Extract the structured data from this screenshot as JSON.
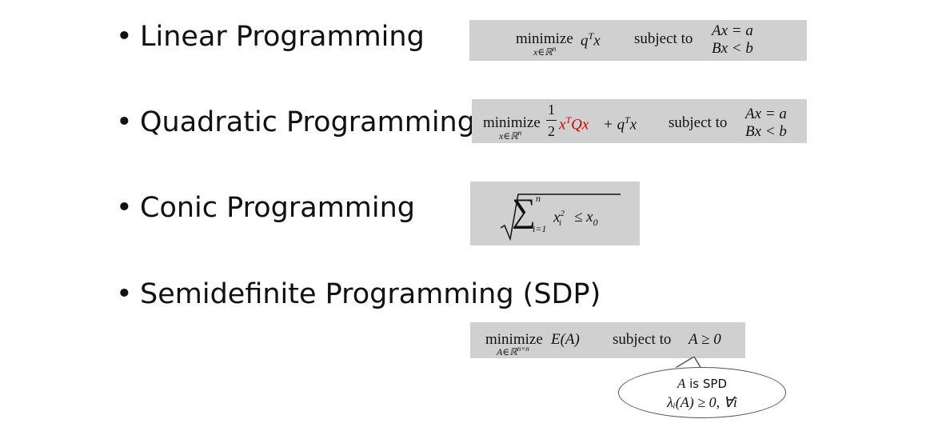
{
  "items": [
    {
      "bullet": "•",
      "title": "Linear Programming",
      "formula": {
        "minimize": "minimize",
        "domain": "x∈ℝ",
        "domain_exp": "n",
        "objective": "q",
        "objective_sup": "T",
        "objective_tail": "x",
        "subject_to": "subject to",
        "c1": "Ax = a",
        "c2": "Bx < b"
      }
    },
    {
      "bullet": "•",
      "title": "Quadratic Programming",
      "formula": {
        "minimize": "minimize",
        "domain": "x∈ℝ",
        "domain_exp": "n",
        "frac_num": "1",
        "frac_den": "2",
        "quad": "x",
        "quad_sup": "T",
        "quad_tail": "Qx",
        "plus": "+ q",
        "lin_sup": "T",
        "lin_tail": "x",
        "subject_to": "subject to",
        "c1": "Ax = a",
        "c2": "Bx < b"
      }
    },
    {
      "bullet": "•",
      "title": "Conic Programming",
      "formula": {
        "sigma": "∑",
        "upper": "n",
        "lower": "i=1",
        "term": "x",
        "term_sup": "2",
        "term_sub": "i",
        "rel": "≤ x",
        "rel_sub": "0"
      }
    },
    {
      "bullet": "•",
      "title": "Semidefinite Programming (SDP)",
      "formula": {
        "minimize": "minimize",
        "domain": "A∈ℝ",
        "domain_exp": "n×n",
        "objective": "E(A)",
        "subject_to": "subject to",
        "constraint": "A ≥ 0"
      },
      "callout": {
        "line1_var": "A",
        "line1_text": " is SPD",
        "line2": "λᵢ(A) ≥ 0, ∀i"
      }
    }
  ]
}
